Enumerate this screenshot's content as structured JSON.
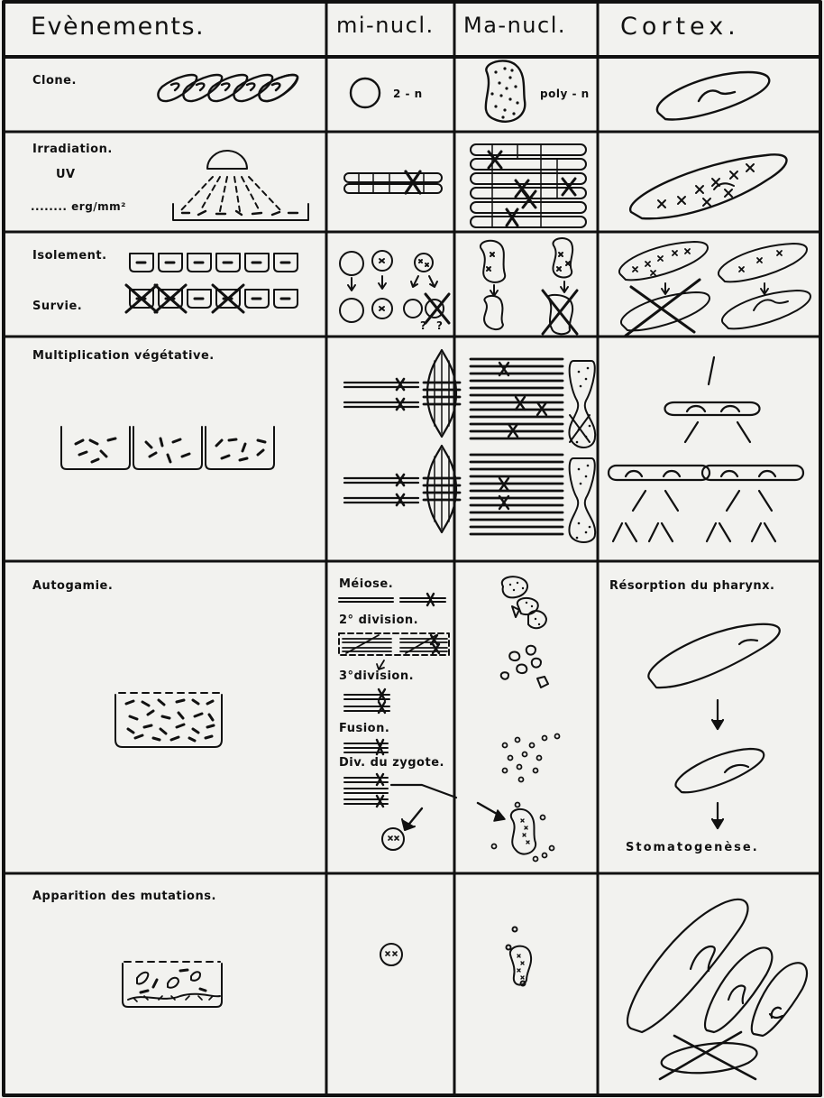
{
  "header": {
    "col1": "Evènements.",
    "col2": "mi-nucl.",
    "col3": "Ma-nucl.",
    "col4": "Cortex."
  },
  "rows": {
    "clone": {
      "label": "Clone.",
      "mi_note": "2 - n",
      "ma_note": "poly - n"
    },
    "irradiation": {
      "label": "Irradiation.",
      "uv": "UV",
      "dose": "........ erg/mm²"
    },
    "isolement": {
      "label1": "Isolement.",
      "label2": "Survie.",
      "q1": "?",
      "q2": "?"
    },
    "multiplication": {
      "label": "Multiplication   végétative."
    },
    "autogamie": {
      "label": "Autogamie.",
      "steps": [
        "Méiose.",
        "2° division.",
        "3°division.",
        "Fusion.",
        "Div. du zygote."
      ],
      "cortex_top": "Résorption du pharynx.",
      "cortex_bottom": "Stomatogenèse."
    },
    "mutations": {
      "label": "Apparition des mutations."
    }
  },
  "colors": {
    "ink": "#111111",
    "paper": "#f2f2ef"
  }
}
